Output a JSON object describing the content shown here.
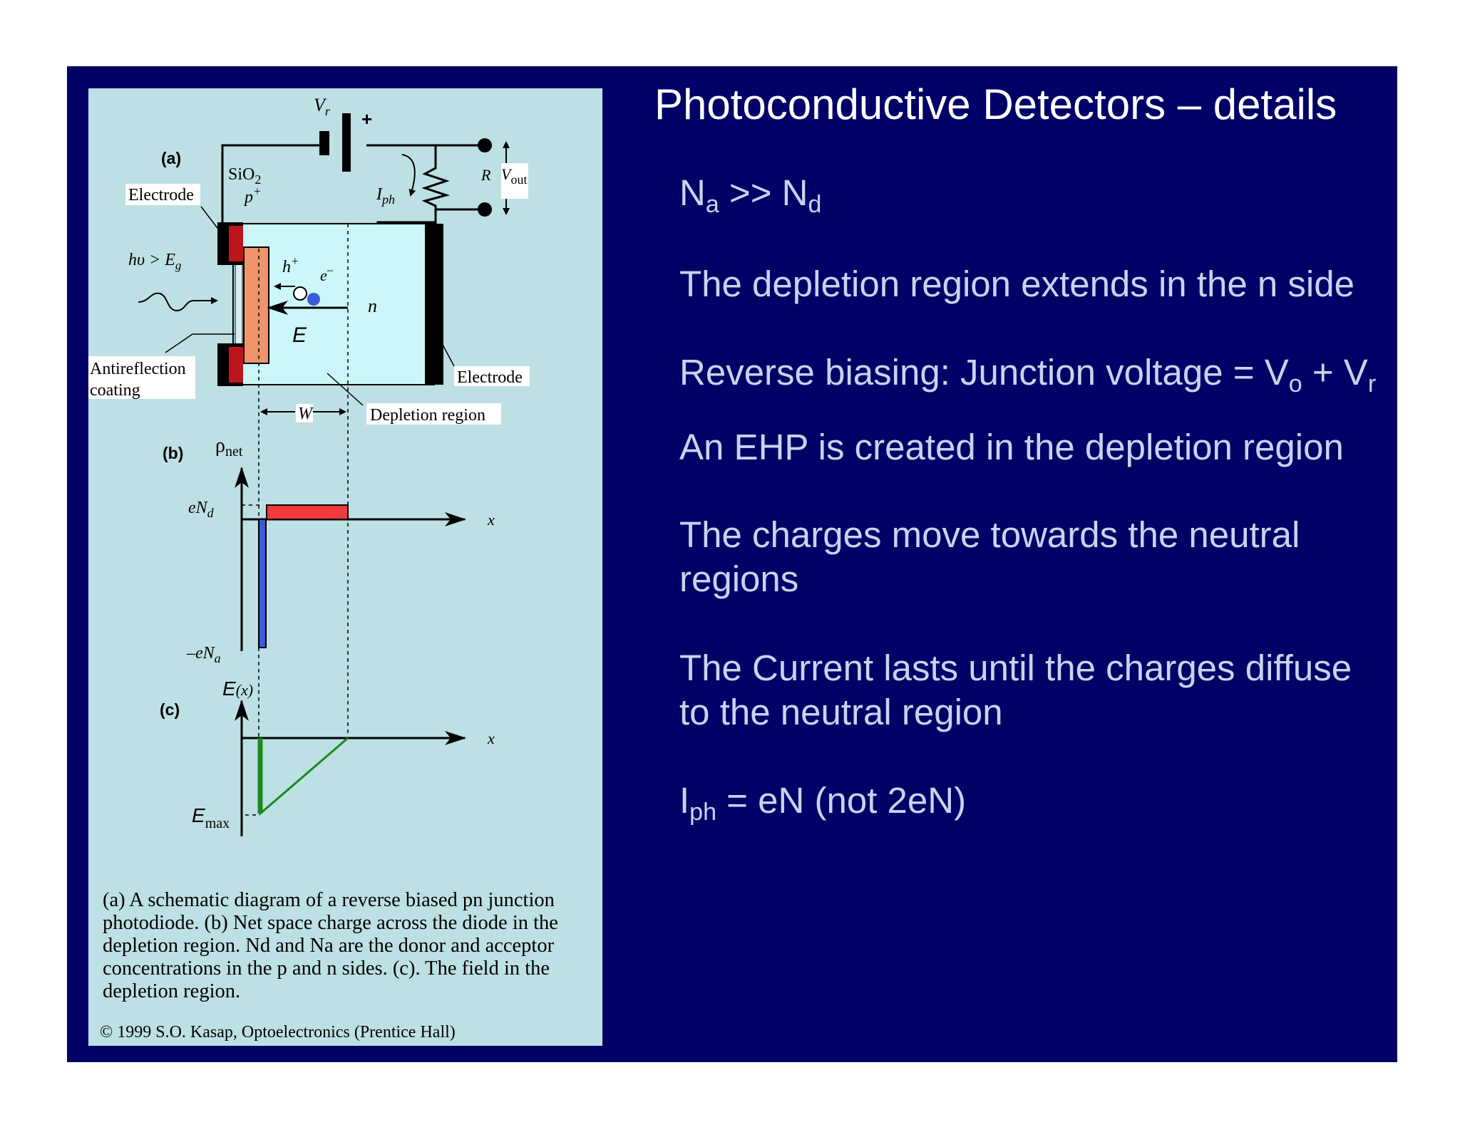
{
  "slide": {
    "title": "Photoconductive Detectors – details",
    "bullets": [
      {
        "main": "N",
        "sub1": "a",
        "mid": " >> N",
        "sub2": "d",
        "tail": ""
      },
      {
        "main": "The depletion region extends in the n side"
      },
      {
        "main": "Reverse biasing: Junction voltage = V",
        "sub1": "o",
        "mid": " + V",
        "sub2": "r"
      },
      {
        "main": "An EHP is created in the depletion region"
      },
      {
        "line1": "The charges move towards the neutral",
        "line2": "regions"
      },
      {
        "line1": "The Current lasts until the charges diffuse",
        "line2": "to the neutral region"
      },
      {
        "main": "I",
        "sub1": "ph",
        "mid": " = eN (not 2eN)"
      }
    ]
  },
  "figure": {
    "panel_a": "(a)",
    "panel_b": "(b)",
    "panel_c": "(c)",
    "vr": "V",
    "vr_sub": "r",
    "plus": "+",
    "sio2": "SiO",
    "sio2_sub": "2",
    "p_plus": "p",
    "p_plus_sup": "+",
    "electrode_left": "Electrode",
    "electrode_right": "Electrode",
    "iph": "I",
    "iph_sub": "ph",
    "r": "R",
    "vout": "V",
    "vout_sub": "out",
    "photon": "hυ > E",
    "photon_sub": "g",
    "h_plus": "h",
    "h_plus_sup": "+",
    "e_minus": "e",
    "e_minus_sup": "–",
    "n": "n",
    "e_field": "E",
    "antireflection_1": "Antireflection",
    "antireflection_2": "coating",
    "w": "W",
    "depletion_region": "Depletion region",
    "rho": "ρ",
    "rho_sub": "net",
    "end": "eN",
    "end_sub": "d",
    "ena": "–eN",
    "ena_sub": "a",
    "x1": "x",
    "x2": "x",
    "ex": "E",
    "ex_paren": "(x)",
    "emax": "E",
    "emax_sub": "max",
    "caption": "(a) A schematic diagram of a reverse biased pn junction photodiode. (b) Net space charge across the diode in the depletion region. Nd and Na are the donor and acceptor concentrations in the p and n sides. (c). The field in the depletion region.",
    "copyright": "© 1999 S.O. Kasap, Optoelectronics (Prentice Hall)"
  },
  "colors": {
    "background": "#010066",
    "figure_bg": "#bde0e4",
    "title": "#ffffff",
    "bullet_text": "#c6d4f0",
    "device_body": "#ccf7f8",
    "p_layer": "#f0946b",
    "electrode_red": "#c0141c",
    "charge_red": "#f03a3c",
    "charge_blue": "#3a5cd8",
    "field_green": "#1a8a1a"
  }
}
